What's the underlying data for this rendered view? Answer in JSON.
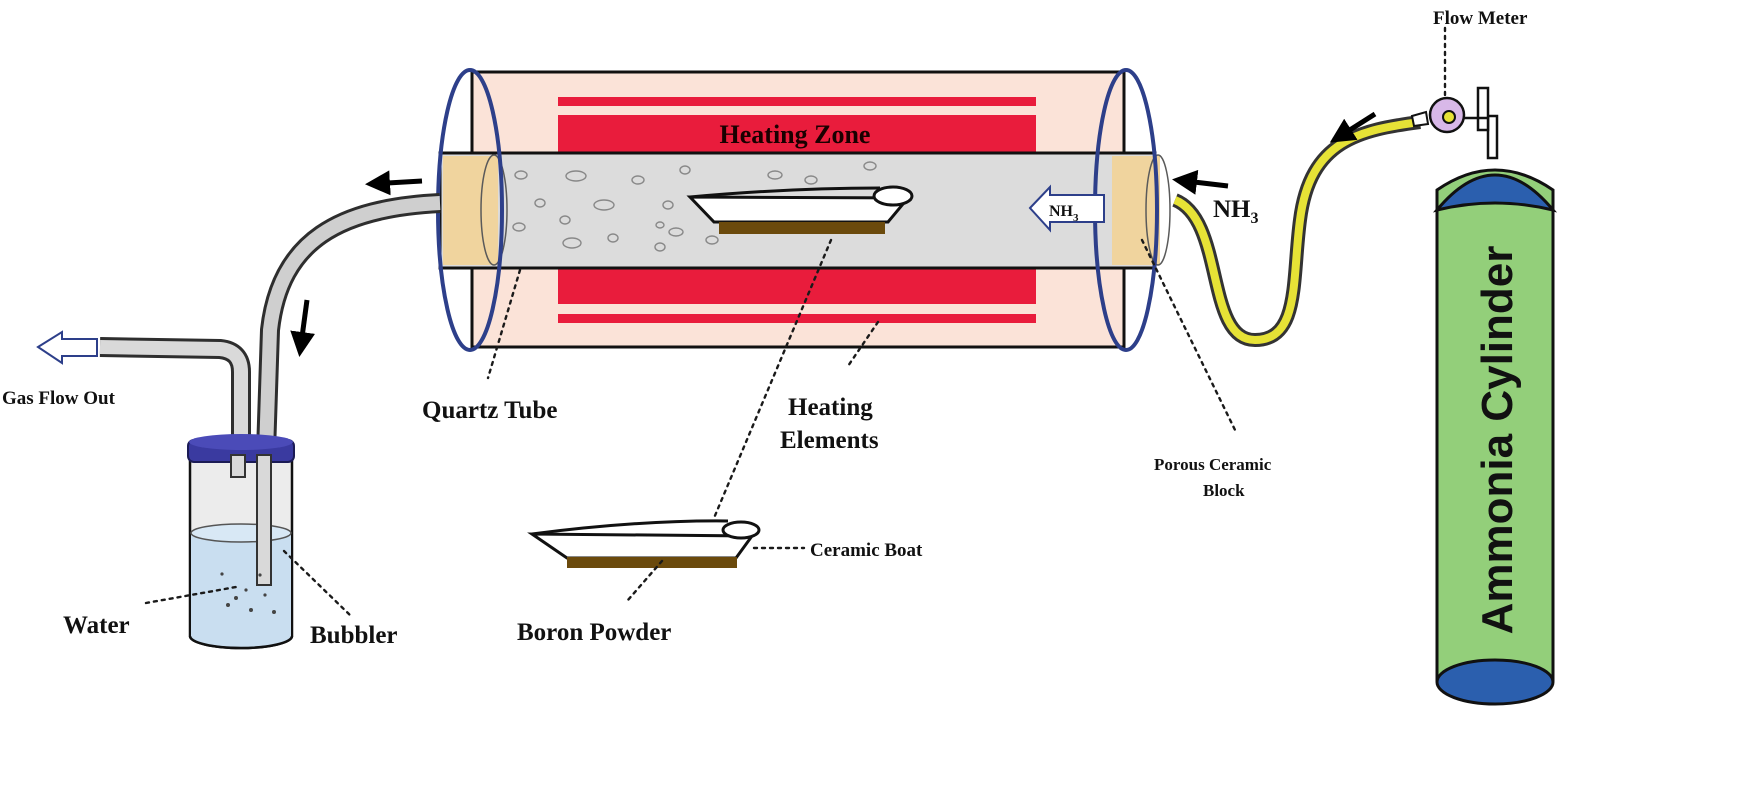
{
  "labels": {
    "flow_meter": "Flow Meter",
    "heating_zone": "Heating Zone",
    "nh3_inner": "NH",
    "nh3_outer": "NH",
    "nh3_subscript": "3",
    "gas_flow_out": "Gas Flow Out",
    "quartz_tube": "Quartz Tube",
    "heating_elements_line1": "Heating",
    "heating_elements_line2": "Elements",
    "porous_block_line1": "Porous Ceramic",
    "porous_block_line2": "Block",
    "ammonia_cylinder": "Ammonia Cylinder",
    "ceramic_boat": "Ceramic Boat",
    "water": "Water",
    "bubbler": "Bubbler",
    "boron_powder": "Boron Powder"
  },
  "colors": {
    "furnace_body": "#fbe3d8",
    "heating_element": "#e91c3c",
    "quartz_tube": "#dcdcdc",
    "porous_block": "#f0d49e",
    "tube_rim": "#2d3f8a",
    "cylinder_body": "#93cf7a",
    "cylinder_cap": "#2b5fae",
    "yellow_hose": "#e6e236",
    "water": "#c9def0",
    "boron_powder": "#6b4a0c"
  }
}
